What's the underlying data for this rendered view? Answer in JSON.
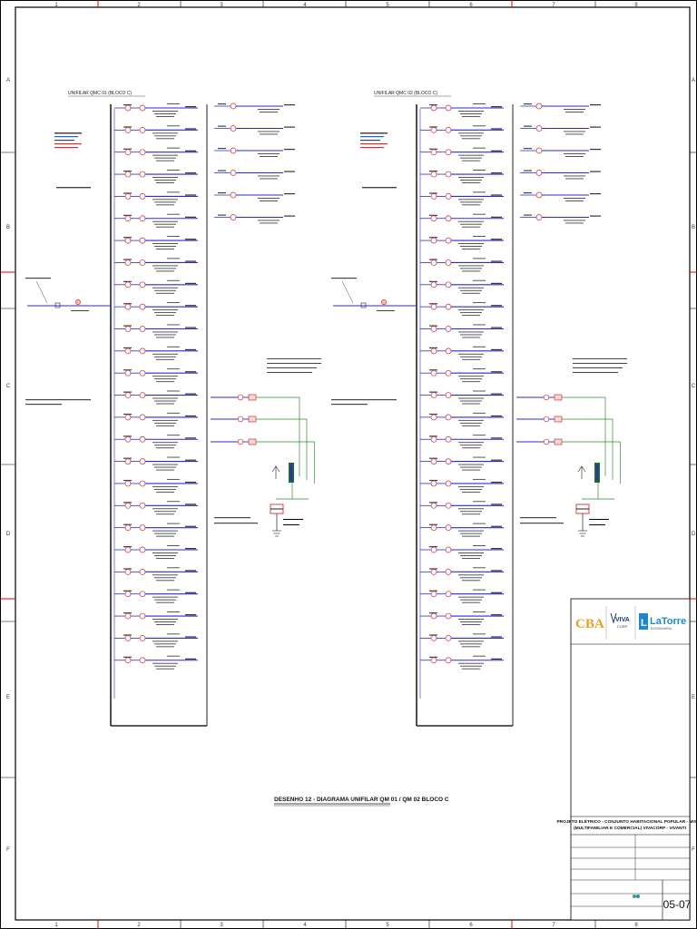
{
  "border": {
    "columns": [
      "1",
      "2",
      "3",
      "4",
      "5",
      "6",
      "7",
      "8"
    ],
    "rows": [
      "A",
      "B",
      "C",
      "D",
      "E",
      "F"
    ]
  },
  "diagrams": [
    {
      "id": "left",
      "title": "UNIFILAR QMC 01 (BLOCO C)",
      "circuit_prefix": "CB",
      "main_rows": 26,
      "extra_rows": 6
    },
    {
      "id": "right",
      "title": "UNIFILAR QMC 02 (BLOCO C)",
      "circuit_prefix": "CB",
      "main_rows": 26,
      "extra_rows": 6
    }
  ],
  "drawing_caption": "DESENHO 12 - DIAGRAMA UNIFILAR QM 01 / QM 02 BLOCO C",
  "title_block": {
    "logos": {
      "cba": "CBA",
      "viva": "VIVA",
      "viva_sub": "CORP",
      "latorre": "LaTorre",
      "latorre_sub": "ENGENHARIA"
    },
    "project_title_1": "PROJETO ELÉTRICO - CONJUNTO HABITACIONAL POPULAR - MISTO",
    "project_title_2": "(MULTIFAMILIAR E COMERCIAL) VIVACORP - VIVANTI",
    "sheet_number": "05-07",
    "colors": {
      "cba": "#e8a020",
      "viva": "#1a3b7a",
      "latorre_bg": "#1e88c8"
    }
  }
}
